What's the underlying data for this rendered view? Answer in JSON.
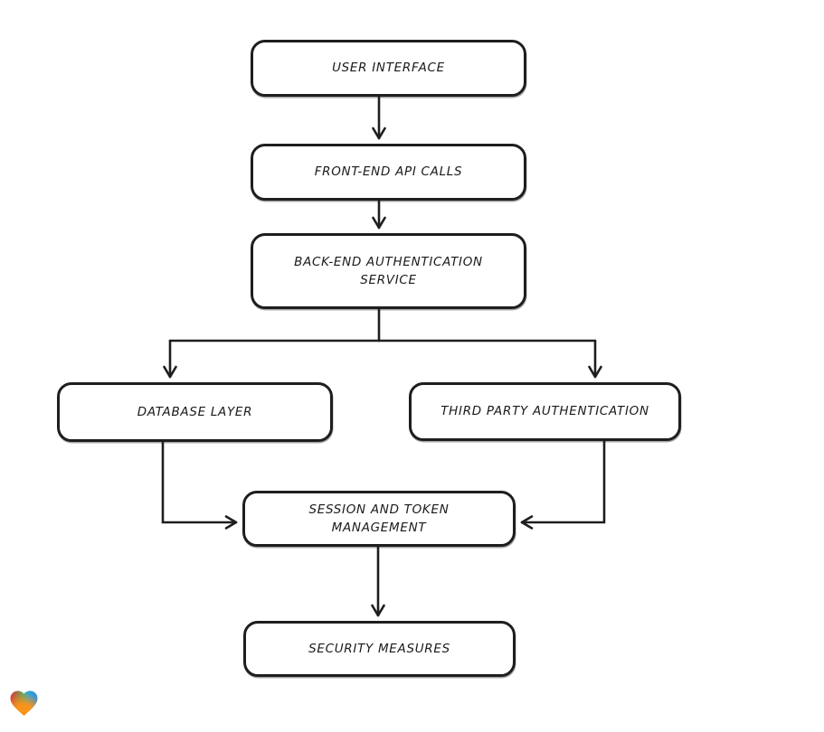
{
  "page": {
    "background_color": "#ffffff",
    "stroke_color": "#1e1e1e",
    "node_fill_color": "#ffffff",
    "style": "hand-drawn-flowchart"
  },
  "diagram": {
    "nodes": [
      {
        "id": "user-interface",
        "label": "USER INTERFACE"
      },
      {
        "id": "front-end-api-calls",
        "label": "FRONT-END API CALLS"
      },
      {
        "id": "back-end-authentication-service",
        "label": "BACK-END AUTHENTICATION\nSERVICE"
      },
      {
        "id": "database-layer",
        "label": "DATABASE LAYER"
      },
      {
        "id": "third-party-authentication",
        "label": "THIRD PARTY AUTHENTICATION"
      },
      {
        "id": "session-and-token-management",
        "label": "SESSION AND TOKEN\nMANAGEMENT"
      },
      {
        "id": "security-measures",
        "label": "SECURITY MEASURES"
      }
    ],
    "edges": [
      {
        "from": "user-interface",
        "to": "front-end-api-calls"
      },
      {
        "from": "front-end-api-calls",
        "to": "back-end-authentication-service"
      },
      {
        "from": "back-end-authentication-service",
        "to": "database-layer"
      },
      {
        "from": "back-end-authentication-service",
        "to": "third-party-authentication"
      },
      {
        "from": "database-layer",
        "to": "session-and-token-management"
      },
      {
        "from": "third-party-authentication",
        "to": "session-and-token-management"
      },
      {
        "from": "session-and-token-management",
        "to": "security-measures"
      }
    ]
  },
  "branding": {
    "logo": "gradient-heart",
    "logo_colors": {
      "red": "#e23639",
      "green": "#6aa657",
      "blue": "#2e8de0",
      "orange": "#fd9317"
    }
  }
}
